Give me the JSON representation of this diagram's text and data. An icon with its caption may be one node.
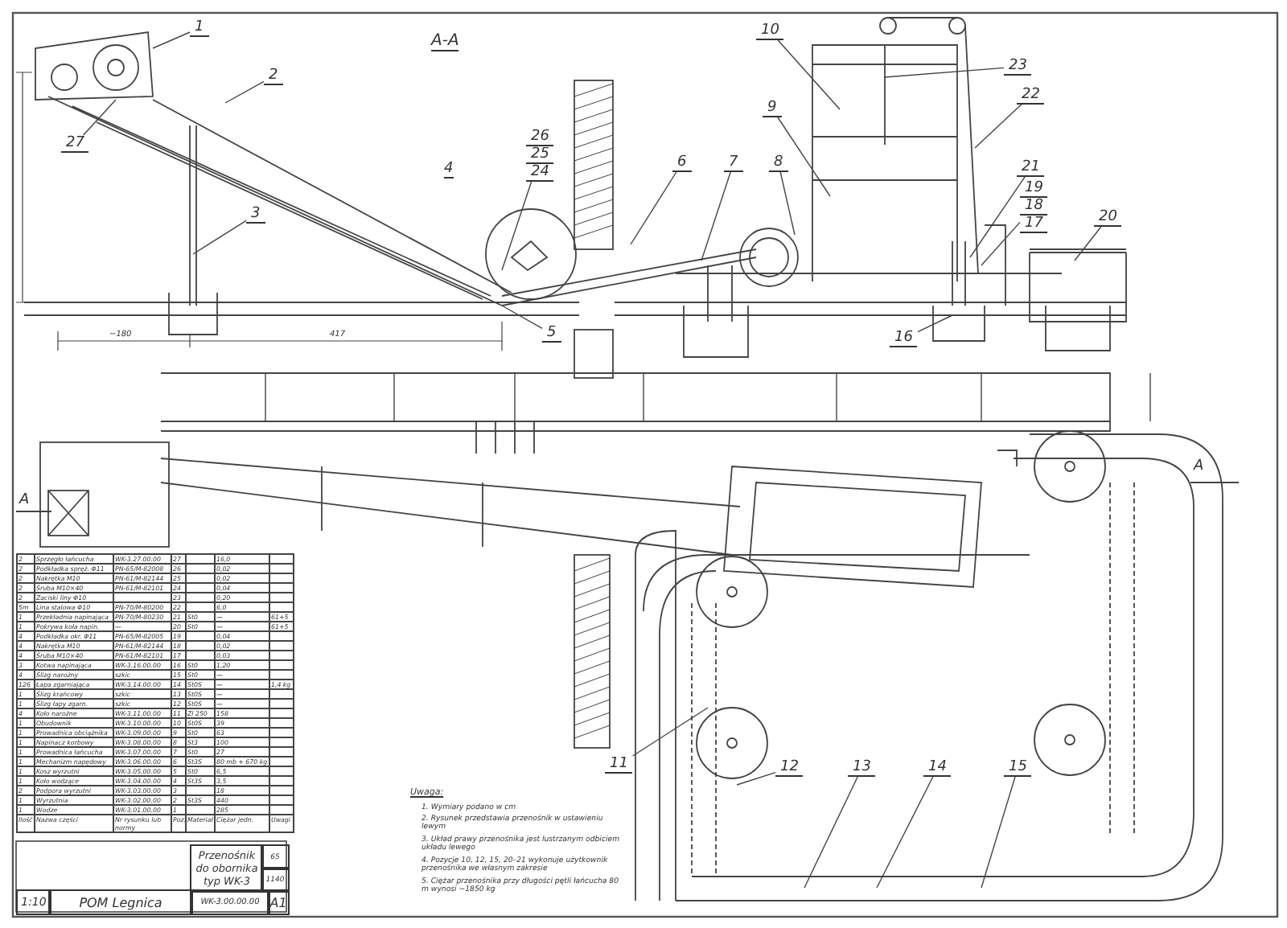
{
  "diagram": {
    "nodes": [
      {
        "text": [
          "1"
        ]
      },
      {
        "text": [
          "2"
        ]
      },
      {
        "text": [
          "27"
        ]
      },
      {
        "text": [
          "3"
        ]
      },
      {
        "text": [
          "26",
          "25",
          "24"
        ]
      },
      {
        "text": [
          "5"
        ]
      },
      {
        "text": [
          "6"
        ]
      },
      {
        "text": [
          "7"
        ]
      },
      {
        "text": [
          "8"
        ]
      },
      {
        "text": [
          "9"
        ]
      },
      {
        "text": [
          "10"
        ]
      },
      {
        "text": [
          "23"
        ]
      },
      {
        "text": [
          "22"
        ]
      },
      {
        "text": [
          "21"
        ]
      },
      {
        "text": [
          "19",
          "18",
          "17"
        ]
      },
      {
        "text": [
          "20"
        ]
      },
      {
        "text": [
          "16"
        ]
      },
      {
        "text": [
          "11"
        ]
      },
      {
        "text": [
          "12"
        ]
      },
      {
        "text": [
          "13"
        ]
      },
      {
        "text": [
          "14"
        ]
      },
      {
        "text": [
          "15"
        ]
      }
    ],
    "edges": [
      {
        "from": 0,
        "to": null,
        "arrow": "none"
      },
      {
        "from": 1,
        "to": null,
        "arrow": "none"
      },
      {
        "from": 2,
        "to": null,
        "arrow": "none"
      },
      {
        "from": 3,
        "to": null,
        "arrow": "none"
      },
      {
        "from": 4,
        "to": null,
        "arrow": "none"
      },
      {
        "from": 5,
        "to": null,
        "arrow": "none"
      },
      {
        "from": 6,
        "to": null,
        "arrow": "none"
      },
      {
        "from": 7,
        "to": null,
        "arrow": "none"
      },
      {
        "from": 8,
        "to": null,
        "arrow": "none"
      },
      {
        "from": 9,
        "to": null,
        "arrow": "none"
      },
      {
        "from": 10,
        "to": null,
        "arrow": "none"
      },
      {
        "from": 11,
        "to": null,
        "arrow": "none"
      },
      {
        "from": 12,
        "to": null,
        "arrow": "none"
      },
      {
        "from": 13,
        "to": null,
        "arrow": "none"
      },
      {
        "from": 14,
        "to": null,
        "arrow": "none"
      },
      {
        "from": 15,
        "to": null,
        "arrow": "none"
      },
      {
        "from": 16,
        "to": null,
        "arrow": "none"
      },
      {
        "from": 17,
        "to": null,
        "arrow": "none"
      },
      {
        "from": 18,
        "to": null,
        "arrow": "none"
      },
      {
        "from": 19,
        "to": null,
        "arrow": "none"
      },
      {
        "from": 20,
        "to": null,
        "arrow": "none"
      },
      {
        "from": 21,
        "to": null,
        "arrow": "none"
      }
    ],
    "labels": [
      "A-A",
      "4",
      "~180",
      "417",
      "A",
      "A",
      "2",
      "Sprzęgło łańcucha",
      "WK-3.27.00.00",
      "27",
      "16,0",
      "2",
      "Podkładka spręż. Φ11",
      "PN-65/M-82008",
      "26",
      "0,02",
      "2",
      "Nakrętka M10",
      "PN-61/M-82144",
      "25",
      "0,02",
      "2",
      "Śruba M10×40",
      "PN-61/M-82101",
      "24",
      "0,04",
      "2",
      "Zaciski liny Φ10",
      "23",
      "0,20",
      "5m",
      "Lina stalowa Φ10",
      "PN-70/M-80200",
      "22",
      "6,0",
      "1",
      "Przekładnia napinająca",
      "PN-70/M-80230",
      "21",
      "St0",
      "—",
      "61+5",
      "1",
      "Pokrywa koła napin.",
      "—",
      "20",
      "St0",
      "—",
      "61+5",
      "4",
      "Podkładka okr. Φ11",
      "PN-65/M-82005",
      "19",
      "0,04",
      "4",
      "Nakrętka M10",
      "PN-61/M-82144",
      "18",
      "0,02",
      "4",
      "Śruba M10×40",
      "PN-61/M-82101",
      "17",
      "0,03",
      "3",
      "Kotwa napinająca",
      "WK-3.16.00.00",
      "16",
      "St0",
      "1,20",
      "4",
      "Ślizg narożny",
      "szkic",
      "15",
      "St0",
      "—",
      "126",
      "Łapa zgarniająca",
      "WK-3.14.00.00",
      "14",
      "St0S",
      "—",
      "1,4 kg",
      "1",
      "Ślizg krańcowy",
      "szkic",
      "13",
      "St0S",
      "—",
      "1",
      "Ślizg łapy zgarn.",
      "szkic",
      "12",
      "St0S",
      "—",
      "4",
      "Koło narożne",
      "WK-3.11.00.00",
      "11",
      "Zl 250",
      "158",
      "1",
      "Obudownik",
      "WK-3.10.00.00",
      "10",
      "St0S",
      "39",
      "1",
      "Prowadnica obciążnika",
      "WK-3.09.00.00",
      "9",
      "St0",
      "63",
      "1",
      "Napinacz korbowy",
      "WK-3.08.00.00",
      "8",
      "St3",
      "100",
      "1",
      "Prowadnica łańcucha",
      "WK-3.07.00.00",
      "7",
      "St0",
      "27",
      "1",
      "Mechanizm napędowy",
      "WK-3.06.00.00",
      "6",
      "St3S",
      "80 mb + 670 kg",
      "1",
      "Kosz wyrzutni",
      "WK-3.05.00.00",
      "5",
      "St0",
      "6,5",
      "1",
      "Koło wodzące",
      "WK-3.04.00.00",
      "4",
      "St3S",
      "3,5",
      "2",
      "Podpora wyrzutni",
      "WK-3.03.00.00",
      "3",
      "18",
      "1",
      "Wyrzutnia",
      "WK-3.02.00.00",
      "2",
      "St3S",
      "440",
      "1",
      "Wodze",
      "WK-3.01.00.00",
      "1",
      "285",
      "Ilość",
      "Nazwa części",
      "Nr rysunku lub normy",
      "Poz.",
      "Materiał",
      "Ciężar jedn.",
      "Uwagi",
      "Przenośnik do obornika typ WK-3",
      "65",
      "1140",
      "1:10",
      "POM Legnica",
      "WK-3.00.00.00",
      "A1",
      "Uwaga:",
      "1. Wymiary podano w cm",
      "2. Rysunek przedstawia przenośnik w ustawieniu lewym",
      "3. Układ prawy przenośnika jest lustrzanym odbiciem układu lewego",
      "4. Pozycje 10, 12, 15, 20–21 wykonuje użytkownik przenośnika we własnym zakresie",
      "5. Ciężar przenośnika przy długości pętli łańcucha 80 m wynosi ~1850 kg"
    ]
  }
}
